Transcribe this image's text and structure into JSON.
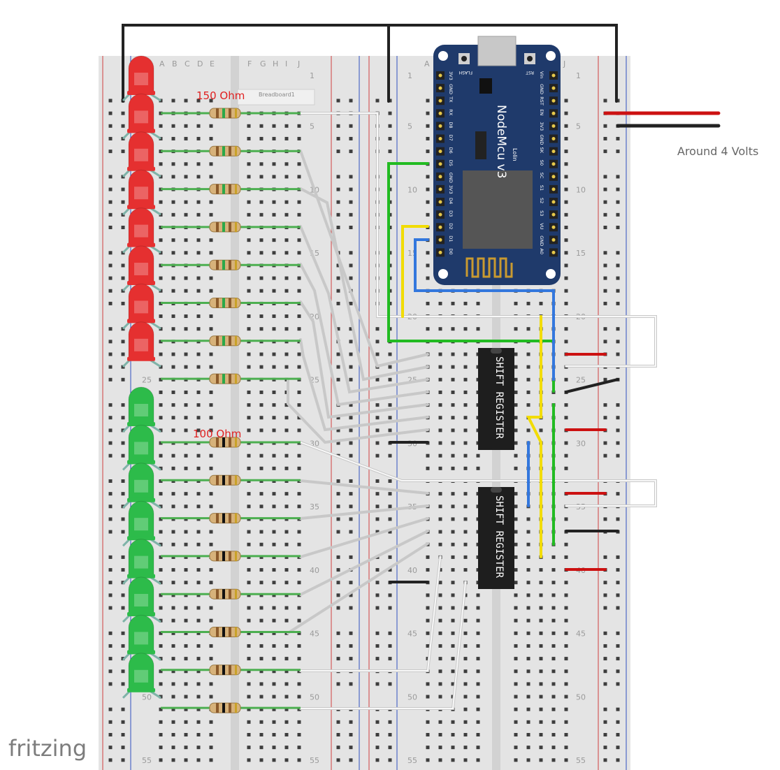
{
  "brand": "fritzing",
  "labels": {
    "resistor_top": "150 Ohm",
    "resistor_bottom": "100 Ohm",
    "voltage": "Around 4 Volts",
    "breadboard": "Breadboard1"
  },
  "columns_left": [
    "A",
    "B",
    "C",
    "D",
    "E",
    "F",
    "G",
    "H",
    "I",
    "J"
  ],
  "columns_right_first": "A",
  "columns_right_last": "J",
  "row_numbers": [
    "1",
    "5",
    "10",
    "15",
    "20",
    "25",
    "30",
    "35",
    "40",
    "45",
    "50",
    "55"
  ],
  "mcu": {
    "title": "NodeMcu v3",
    "maker": "Lolin",
    "btn_left": "FLASH",
    "btn_right": "RST",
    "left_pins": [
      "A0",
      "GND",
      "VU",
      "S3",
      "S2",
      "S1",
      "SC",
      "S0",
      "SK",
      "GND",
      "3V3",
      "EN",
      "RST",
      "GND",
      "Vin"
    ],
    "right_pins": [
      "D0",
      "D1",
      "D2",
      "D3",
      "D4",
      "3V3",
      "GND",
      "D5",
      "D6",
      "D7",
      "D8",
      "RX",
      "TX",
      "GND",
      "3V3"
    ]
  },
  "chips": [
    {
      "label": "SHIFT REGISTER"
    },
    {
      "label": "SHIFT REGISTER"
    }
  ],
  "colors": {
    "wire_black": "#222222",
    "wire_green": "#22bb22",
    "wire_yellow": "#f5e000",
    "wire_blue": "#3377dd",
    "wire_red": "#cc1111",
    "wire_white": "#d8d8d8",
    "led_red": "#e53030",
    "led_green": "#2dbb4a",
    "mcu_board": "#1f3a6b"
  }
}
